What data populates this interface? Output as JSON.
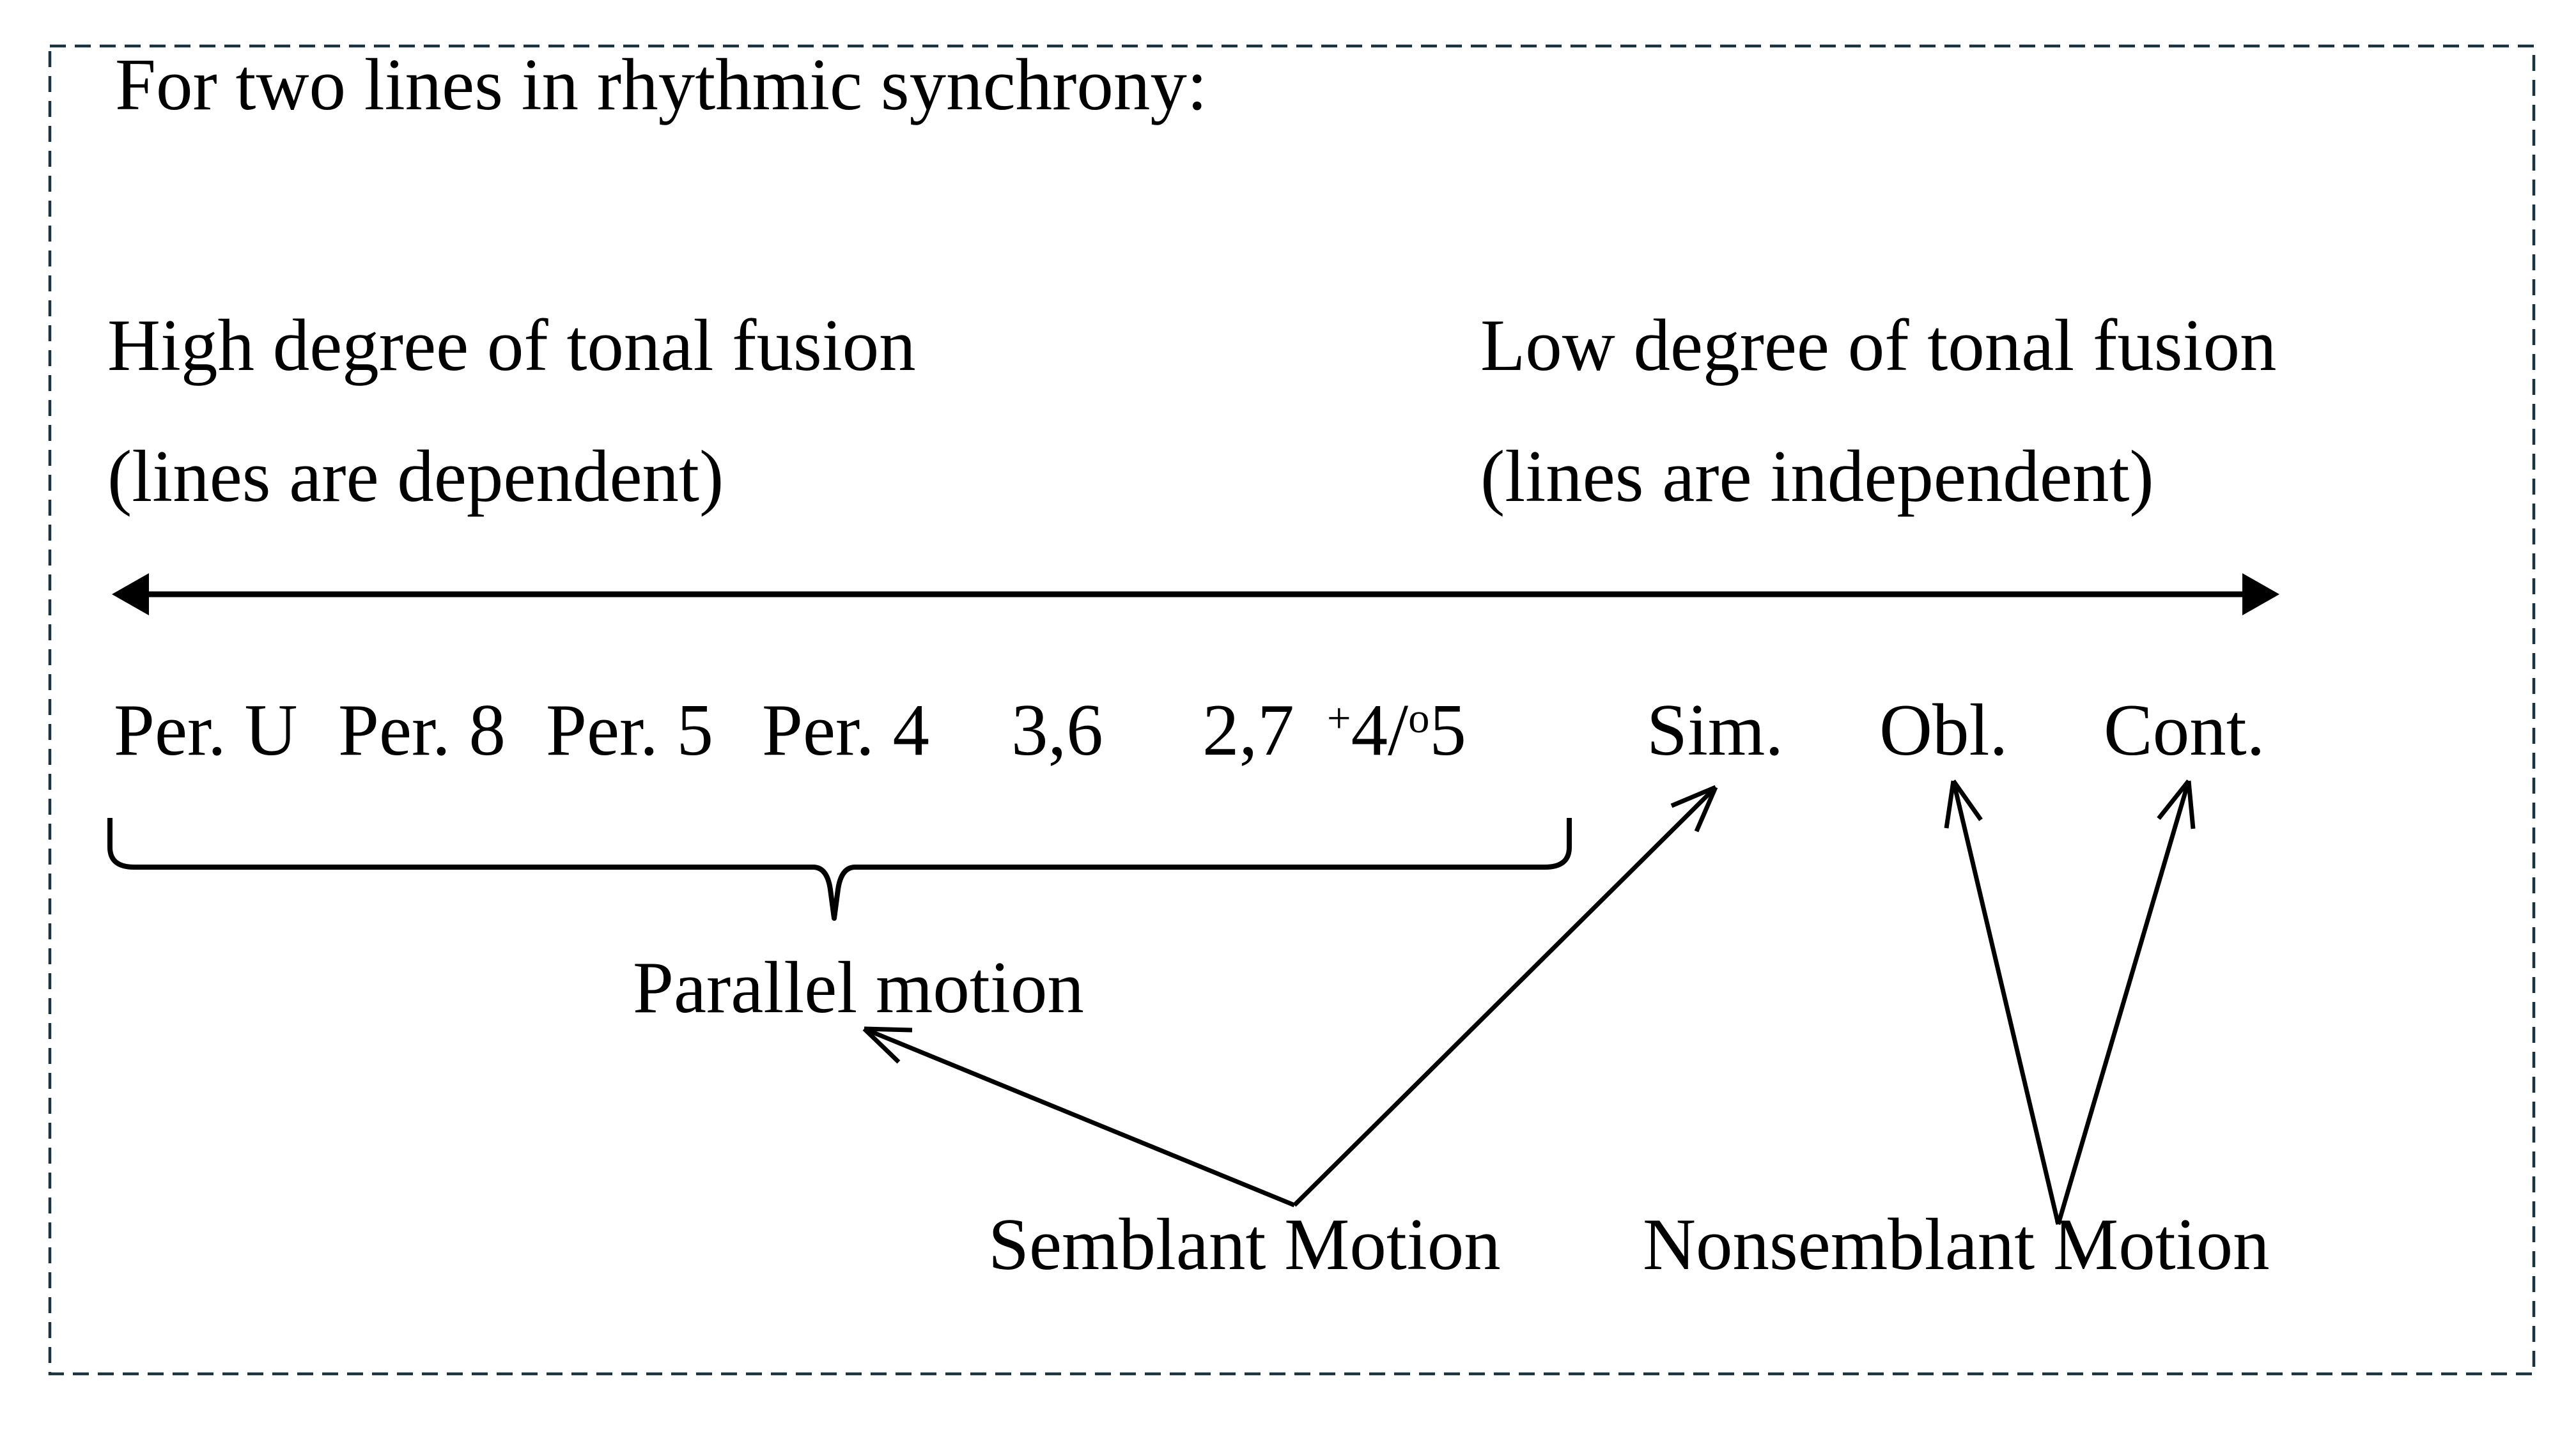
{
  "frame": {
    "border_color": "#1a3340",
    "border_style": "dashed"
  },
  "title": "For two lines in rhythmic synchrony:",
  "poles": {
    "high": {
      "line1": "High degree of tonal fusion",
      "line2": "(lines are dependent)"
    },
    "low": {
      "line1": "Low degree of tonal fusion",
      "line2": "(lines are independent)"
    }
  },
  "axis": {
    "type": "double-headed-arrow",
    "meaning": "continuum from high to low tonal fusion"
  },
  "intervals": [
    {
      "label": "Per. U"
    },
    {
      "label": "Per. 8"
    },
    {
      "label": "Per. 5"
    },
    {
      "label": "Per. 4"
    },
    {
      "label": "3,6"
    },
    {
      "label": "2,7"
    },
    {
      "label_parts": {
        "sup1": "+",
        "base1": "4/",
        "sup2": "o",
        "base2": "5"
      }
    },
    {
      "label": "Sim."
    },
    {
      "label": "Obl."
    },
    {
      "label": "Cont."
    }
  ],
  "groups": {
    "parallel": "Parallel motion",
    "semblant": "Semblant Motion",
    "nonsemblant": "Nonsemblant Motion"
  },
  "relations": {
    "brace_spans": [
      "Per. U",
      "Per. 8",
      "Per. 5",
      "Per. 4",
      "3,6",
      "2,7",
      "+4/o5"
    ],
    "brace_label": "Parallel motion",
    "semblant_points_to": [
      "Parallel motion",
      "Sim."
    ],
    "nonsemblant_points_to": [
      "Obl.",
      "Cont."
    ]
  }
}
